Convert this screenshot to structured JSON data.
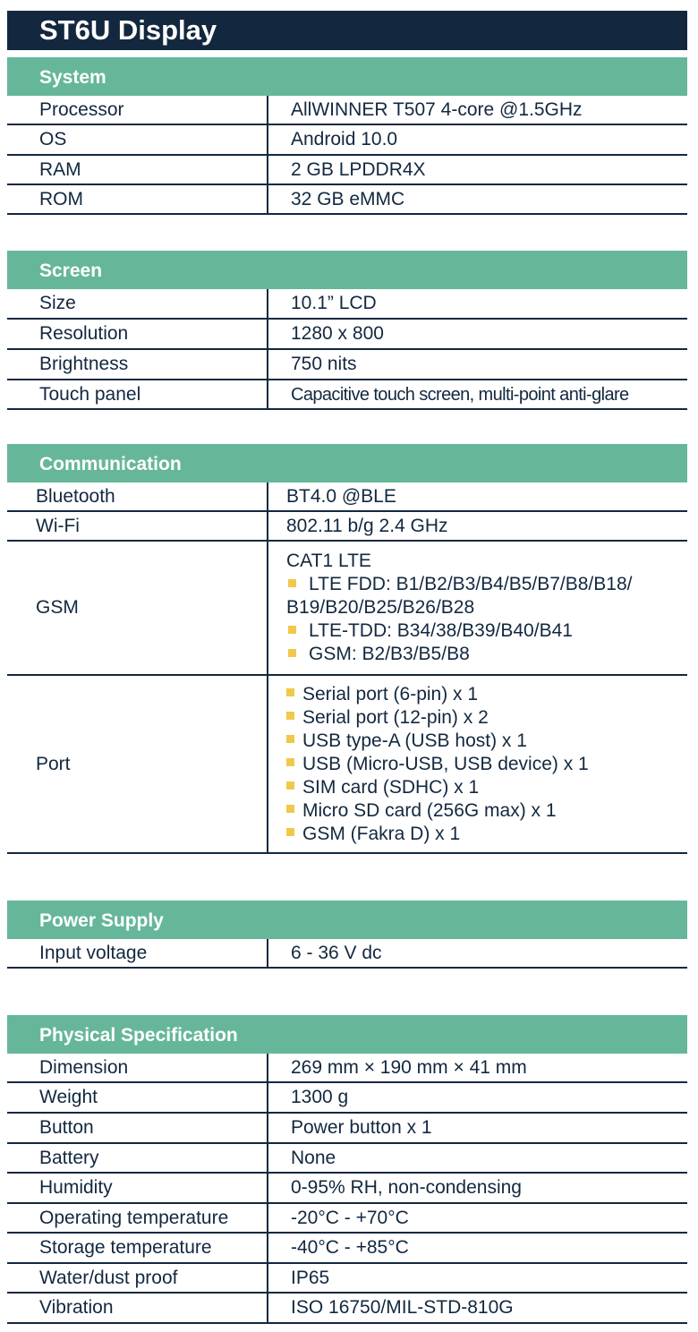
{
  "title": "ST6U Display",
  "sections": [
    {
      "id": "system",
      "title": "System",
      "rows": [
        {
          "label": "Processor",
          "value": [
            "AllWINNER T507 4-core @1.5GHz"
          ]
        },
        {
          "label": "OS",
          "value": [
            "Android 10.0"
          ]
        },
        {
          "label": "RAM",
          "value": [
            "2 GB LPDDR4X"
          ]
        },
        {
          "label": "ROM",
          "value": [
            "32 GB eMMC"
          ]
        }
      ]
    },
    {
      "id": "screen",
      "title": "Screen",
      "rows": [
        {
          "label": "Size",
          "value": [
            "10.1” LCD"
          ]
        },
        {
          "label": "Resolution",
          "value": [
            "1280 x 800"
          ]
        },
        {
          "label": "Brightness",
          "value": [
            "750 nits"
          ]
        },
        {
          "label": "Touch panel",
          "value": [
            "Capacitive touch screen, multi-point anti-glare"
          ]
        }
      ]
    },
    {
      "id": "communication",
      "title": "Communication",
      "rows": [
        {
          "label": "Bluetooth",
          "value": [
            "BT4.0 @BLE"
          ]
        },
        {
          "label": "Wi-Fi",
          "value": [
            "802.11 b/g  2.4 GHz"
          ]
        },
        {
          "label": "GSM",
          "value": [
            "CAT1 LTE",
            "•LTE FDD:  B1/B2/B3/B4/B5/B7/B8/B18/",
            "B19/B20/B25/B26/B28",
            "•LTE-TDD: B34/38/B39/B40/B41",
            "•GSM: B2/B3/B5/B8"
          ]
        },
        {
          "label": "Port",
          "value": [
            "•Serial port (6-pin) x 1",
            "•Serial port (12-pin) x 2",
            "•USB type-A (USB host) x 1",
            "•USB (Micro-USB, USB device) x 1",
            "•SIM card (SDHC) x 1",
            "•Micro SD card (256G max) x 1",
            "•GSM (Fakra D) x 1"
          ]
        }
      ]
    },
    {
      "id": "power",
      "title": "Power Supply",
      "rows": [
        {
          "label": "Input voltage",
          "value": [
            "6 - 36 V dc"
          ]
        }
      ]
    },
    {
      "id": "physical",
      "title": "Physical Specification",
      "rows": [
        {
          "label": "Dimension",
          "value": [
            "269 mm × 190 mm × 41 mm"
          ]
        },
        {
          "label": "Weight",
          "value": [
            "1300 g"
          ]
        },
        {
          "label": "Button",
          "value": [
            "Power button x 1"
          ]
        },
        {
          "label": "Battery",
          "value": [
            "None"
          ]
        },
        {
          "label": "Humidity",
          "value": [
            "0-95% RH, non-condensing"
          ]
        },
        {
          "label": "Operating temperature",
          "value": [
            "-20°C  - +70°C"
          ]
        },
        {
          "label": "Storage temperature",
          "value": [
            "-40°C  - +85°C"
          ]
        },
        {
          "label": "Water/dust proof",
          "value": [
            "IP65"
          ]
        },
        {
          "label": "Vibration",
          "value": [
            "ISO 16750/MIL-STD-810G"
          ]
        }
      ]
    }
  ],
  "colors": {
    "navy": "#13283f",
    "green": "#66b79a",
    "bullet": "#f0c94a"
  }
}
